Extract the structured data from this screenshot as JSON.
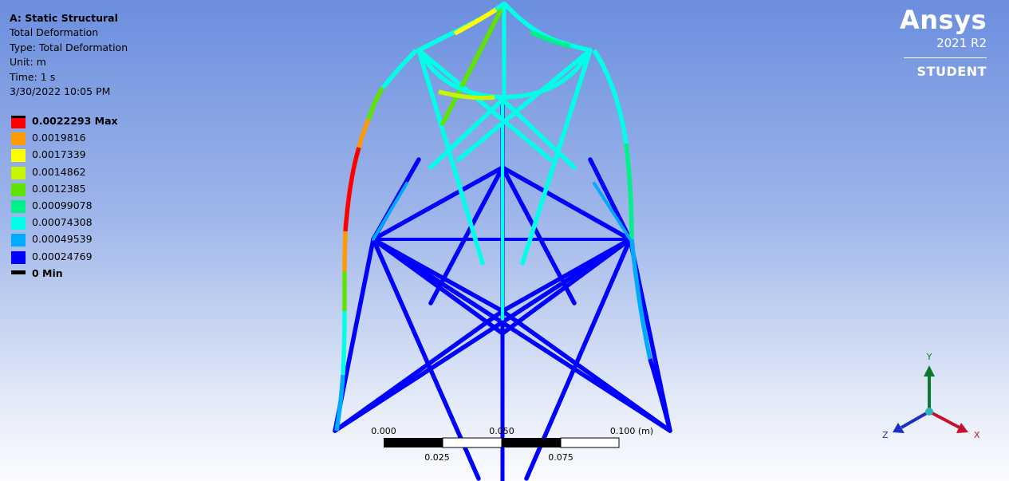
{
  "info": {
    "analysis_title": "A: Static Structural",
    "result_name": "Total Deformation",
    "type_line": "Type: Total Deformation",
    "unit_line": "Unit: m",
    "time_line": "Time: 1 s",
    "date_line": "3/30/2022 10:05 PM"
  },
  "legend": [
    {
      "label": "0.0022293 Max",
      "color": "#ff0000",
      "bold": true
    },
    {
      "label": "0.0019816",
      "color": "#ff9a00",
      "bold": false
    },
    {
      "label": "0.0017339",
      "color": "#ffff00",
      "bold": false
    },
    {
      "label": "0.0014862",
      "color": "#c6f500",
      "bold": false
    },
    {
      "label": "0.0012385",
      "color": "#5ee400",
      "bold": false
    },
    {
      "label": "0.00099078",
      "color": "#00f08a",
      "bold": false
    },
    {
      "label": "0.00074308",
      "color": "#00ffe8",
      "bold": false
    },
    {
      "label": "0.00049539",
      "color": "#00aaff",
      "bold": false
    },
    {
      "label": "0.00024769",
      "color": "#0000ff",
      "bold": false
    },
    {
      "label": "0 Min",
      "color": "#000000",
      "bold": true
    }
  ],
  "brand": {
    "logo": "Ansys",
    "version": "2021 R2",
    "edition": "STUDENT"
  },
  "scale_bar": {
    "top_labels": [
      "0.000",
      "0.050",
      "0.100 (m)"
    ],
    "bottom_labels": [
      "0.025",
      "0.075"
    ]
  },
  "triad": {
    "x_label": "X",
    "y_label": "Y",
    "z_label": "Z",
    "x_color": "#c8102e",
    "y_color": "#0a7a2a",
    "z_color": "#1a2fc8",
    "center_color": "#2fb6b6"
  },
  "colors": {
    "min": "#0000ff",
    "low": "#00aaff",
    "cyan": "#00ffe8",
    "teal": "#00f08a",
    "green": "#5ee400",
    "yellowgreen": "#c6f500",
    "yellow": "#ffff00",
    "orange": "#ff9a00",
    "max": "#ff0000"
  }
}
